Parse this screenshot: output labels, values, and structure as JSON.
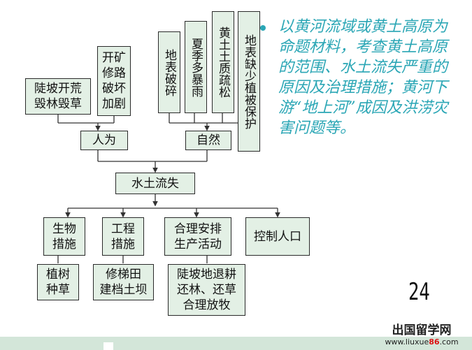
{
  "diagram": {
    "top_left": {
      "text": "陡坡开荒\n毁林毁草"
    },
    "top_mid": {
      "text": "开矿\n修路\n破坏\n加剧"
    },
    "human": {
      "text": "人为"
    },
    "nature": {
      "text": "自然"
    },
    "n1": {
      "text": "地表破碎"
    },
    "n2": {
      "text": "夏季多暴雨"
    },
    "n3": {
      "text": "黄土土质疏松"
    },
    "n4": {
      "text": "地表缺少植被保护"
    },
    "center": {
      "text": "水土流失"
    },
    "m1": {
      "text": "生物\n措施"
    },
    "m2": {
      "text": "工程\n措施"
    },
    "m3": {
      "text": "合理安排\n生产活动"
    },
    "m4": {
      "text": "控制人口"
    },
    "s1": {
      "text": "植树\n种草"
    },
    "s2": {
      "text": "修梯田\n建档土坝"
    },
    "s3": {
      "text": "陡坡地退耕\n还林、还草\n合理放牧"
    }
  },
  "note": {
    "text": "以黄河流域或黄土高原为命题材料，考查黄土高原的范围、水土流失严重的原因及治理措施；黄河下游“地上河”成因及洪涝灾害问题等。"
  },
  "page_number": "24",
  "watermark": {
    "title": "出国留学网",
    "url_prefix": "www.liuxue",
    "url_accent": "86",
    "url_suffix": ".com"
  },
  "colors": {
    "box_fill": "#e3f0e5",
    "box_border": "#2a2a2a",
    "note_text": "#2aa6b5",
    "footer_bar": "#d3e6d9"
  }
}
